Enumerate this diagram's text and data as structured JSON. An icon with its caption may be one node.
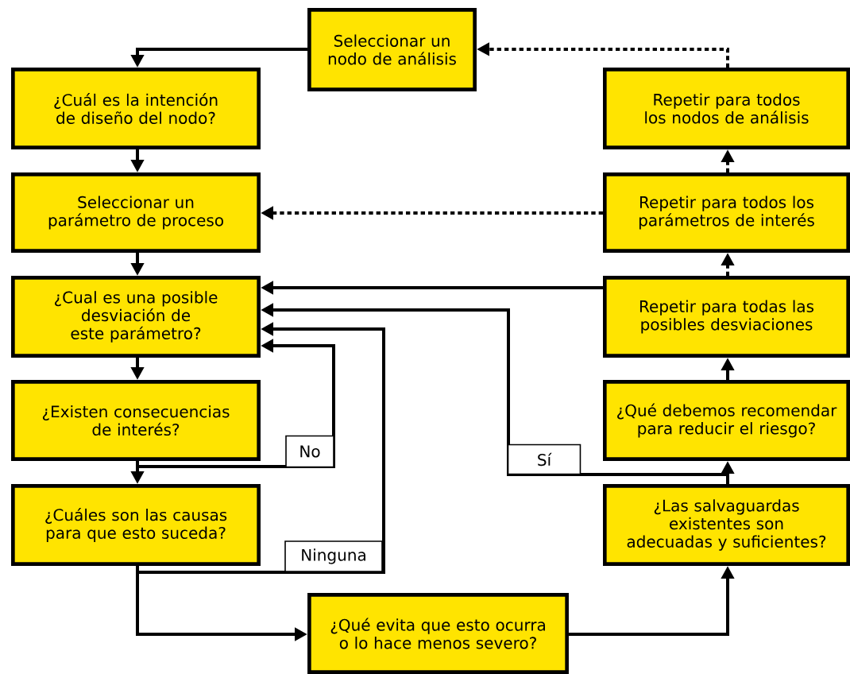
{
  "diagram": {
    "nodes": [
      {
        "text": [
          "Seleccionar un nodo de análisis"
        ]
      },
      {
        "text": [
          "¿Cuál es la intención de diseño del nodo?"
        ]
      },
      {
        "text": [
          "Seleccionar un parámetro de proceso"
        ]
      },
      {
        "text": [
          "¿Cual es una posible desviación de este parámetro?"
        ]
      },
      {
        "text": [
          "¿Existen consecuencias de interés?"
        ]
      },
      {
        "text": [
          "¿Cuáles son las causas para que esto suceda?"
        ]
      },
      {
        "text": [
          "¿Qué evita que esto ocurra o lo hace menos severo?"
        ]
      },
      {
        "text": [
          "¿Las salvaguardas existentes son adecuadas y suficientes?"
        ]
      },
      {
        "text": [
          "¿Qué debemos recomendar para reducir el riesgo?"
        ]
      },
      {
        "text": [
          "Repetir para todas las posibles desviaciones"
        ]
      },
      {
        "text": [
          "Repetir para todos los parámetros de interés"
        ]
      },
      {
        "text": [
          "Repetir para todos los nodos de análisis"
        ]
      }
    ],
    "edges": [
      {
        "from": 0,
        "to": 1,
        "arrow": "to"
      },
      {
        "from": 1,
        "to": 2,
        "arrow": "to"
      },
      {
        "from": 2,
        "to": 3,
        "arrow": "to"
      },
      {
        "from": 3,
        "to": 4,
        "arrow": "to"
      },
      {
        "from": 4,
        "to": 5,
        "arrow": "to"
      },
      {
        "from": 4,
        "to": 3,
        "arrow": "to",
        "label": "No"
      },
      {
        "from": 5,
        "to": 3,
        "arrow": "to",
        "label": "Ninguna"
      },
      {
        "from": 5,
        "to": 6,
        "arrow": "to"
      },
      {
        "from": 6,
        "to": 7,
        "arrow": "to"
      },
      {
        "from": 7,
        "to": 8,
        "arrow": "to"
      },
      {
        "from": 7,
        "to": 3,
        "arrow": "to",
        "label": "Sí"
      },
      {
        "from": 8,
        "to": 9,
        "arrow": "to"
      },
      {
        "from": 9,
        "to": 3,
        "arrow": "to"
      },
      {
        "from": 9,
        "to": 10,
        "arrow": "to",
        "style": "dashed"
      },
      {
        "from": 10,
        "to": 2,
        "arrow": "to",
        "style": "dashed"
      },
      {
        "from": 10,
        "to": 11,
        "arrow": "to",
        "style": "dashed"
      },
      {
        "from": 11,
        "to": 0,
        "arrow": "to",
        "style": "dashed"
      }
    ]
  }
}
